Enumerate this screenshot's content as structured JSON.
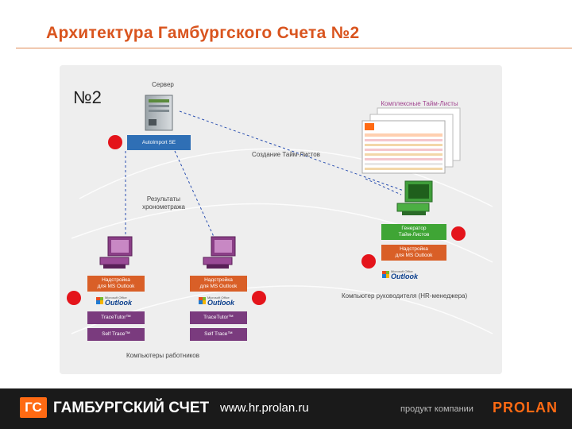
{
  "title": "Архитектура Гамбургского Счета №2",
  "diagram": {
    "number_label": "№2",
    "server": {
      "label": "Сервер",
      "autoimport": "AutoImport SE"
    },
    "complex_timesheets_label": "Комплексные Тайм-Листы",
    "create_timesheets_label": "Создание Тайм-Листов",
    "results_label_line1": "Результаты",
    "results_label_line2": "хронометража",
    "manager": {
      "generator_line1": "Генератор",
      "generator_line2": "Тайм-Листов",
      "addon_line1": "Надстройка",
      "addon_line2": "для MS Outlook",
      "computer_label": "Компьютер руководителя (HR-менеджера)"
    },
    "workers": [
      {
        "addon_line1": "Надстройка",
        "addon_line2": "для MS Outlook",
        "tracetutor": "TraceTutor™",
        "selftrace": "Self Trace™"
      },
      {
        "addon_line1": "Надстройка",
        "addon_line2": "для MS Outlook",
        "tracetutor": "TraceTutor™",
        "selftrace": "Self Trace™"
      }
    ],
    "workers_label": "Компьютеры работников",
    "outlook": {
      "small": "Microsoft Office",
      "word": "Outlook"
    }
  },
  "footer": {
    "logo_text": "ГС",
    "brand": "ГАМБУРГСКИЙ СЧЕТ",
    "url": "www.hr.prolan.ru",
    "product_text": "продукт компании",
    "company": "PROLAN"
  },
  "colors": {
    "title": "#d9541e",
    "blue_box": "#2f6fb5",
    "orange_box": "#d95f27",
    "green_box": "#3fa535",
    "purple_box": "#7a3b7e",
    "red_dot": "#e4141b",
    "accent": "#ff6a13"
  }
}
